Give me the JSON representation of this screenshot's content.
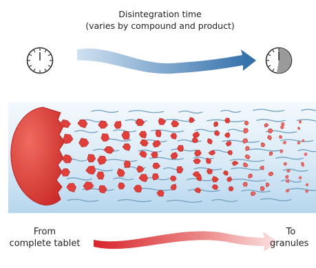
{
  "diagram": {
    "title": "Disintegration time",
    "subtitle": "(varies by compound and product)",
    "from_line1": "From",
    "from_line2": "complete tablet",
    "to_line1": "To",
    "to_line2": "granules"
  },
  "colors": {
    "water_top": "#f4f9fd",
    "water_bottom": "#b6d6ee",
    "wave": "#6f9fbf",
    "tablet": "#df3b35",
    "tablet_dark": "#c62a27",
    "arrow_blue_start": "#cfe1f1",
    "arrow_blue_end": "#2f6da8",
    "arrow_red_start": "#fbe3e3",
    "arrow_red_end": "#d8262b",
    "clock_shade": "#9a9a9a"
  },
  "icons": [
    "clock-start-icon",
    "clock-end-icon",
    "time-arrow-icon",
    "tablet-icon",
    "progress-arrow-icon"
  ]
}
